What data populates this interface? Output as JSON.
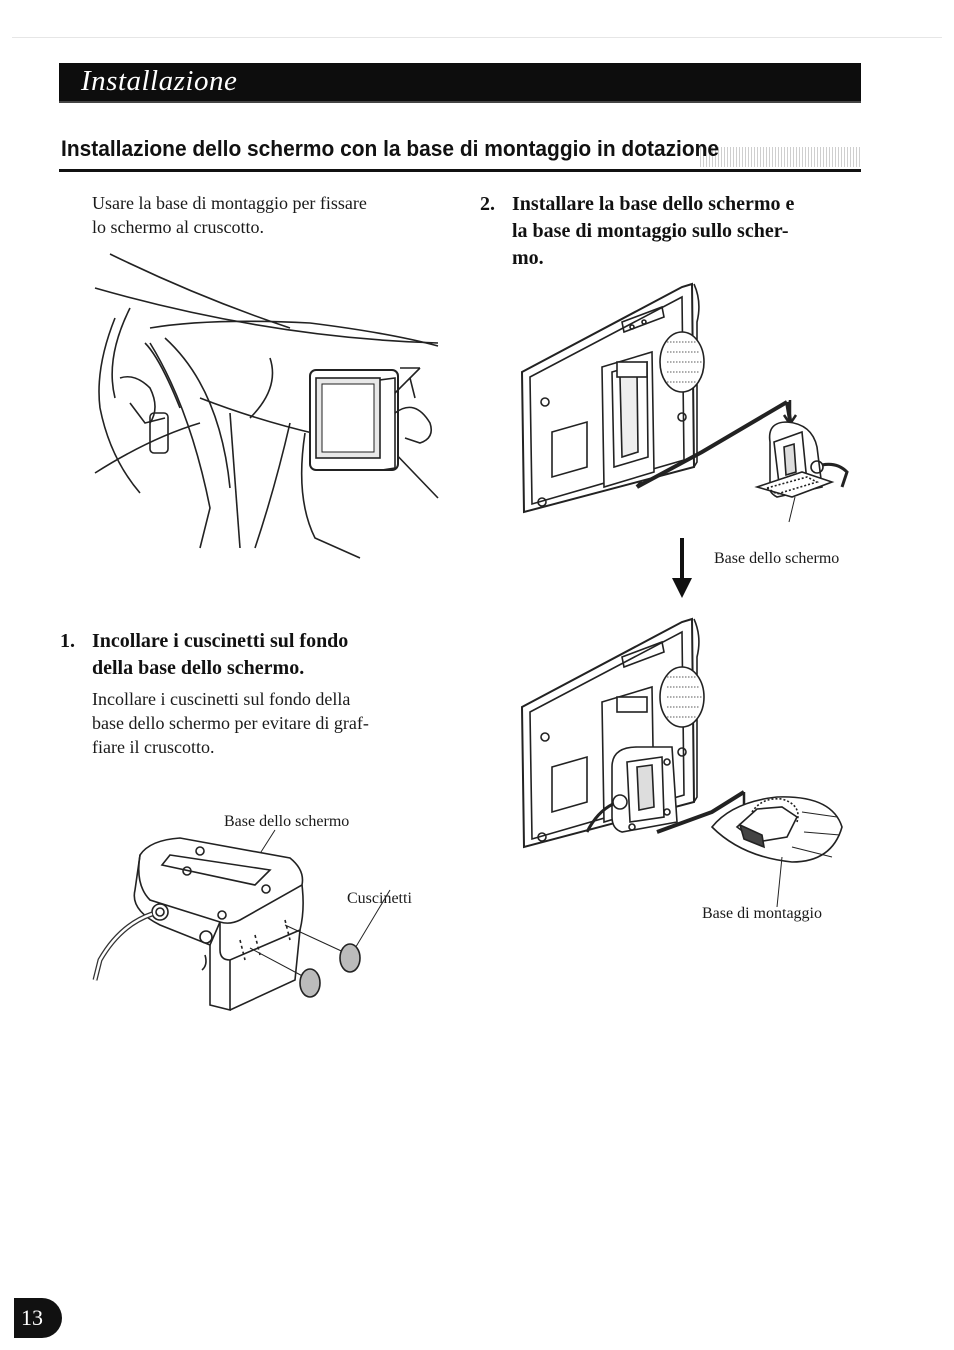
{
  "chapter": {
    "title": "Installazione"
  },
  "section": {
    "title": "Installazione dello schermo con la base di montaggio in dotazione"
  },
  "intro": {
    "line1": "Usare la base di montaggio per fissare",
    "line2": "lo schermo al cruscotto."
  },
  "step1": {
    "number": "1.",
    "title_line1": "Incollare i cuscinetti sul fondo",
    "title_line2": "della base dello schermo.",
    "body_line1": "Incollare i cuscinetti sul fondo della",
    "body_line2": "base dello schermo per evitare di graf-",
    "body_line3": "fiare il cruscotto."
  },
  "step2": {
    "number": "2.",
    "title_line1": "Installare la base dello schermo e",
    "title_line2": "la base di montaggio sullo scher-",
    "title_line3": "mo."
  },
  "labels": {
    "screen_base_top": "Base dello schermo",
    "screen_base_bottom": "Base dello schermo",
    "pads": "Cuscinetti",
    "mount_base": "Base di montaggio"
  },
  "page": {
    "number": "13"
  }
}
